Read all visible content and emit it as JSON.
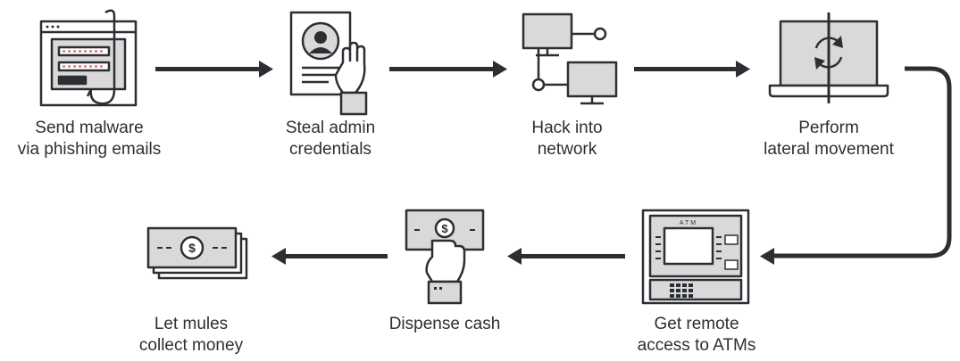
{
  "colors": {
    "ink": "#2b2f33",
    "fill": "#d9d9d9",
    "accent": "#e05a5a",
    "paper": "#ffffff"
  },
  "steps": [
    {
      "icon": "phishing-email-icon",
      "label_line1": "Send malware",
      "label_line2": "via phishing emails"
    },
    {
      "icon": "admin-credentials-icon",
      "label_line1": "Steal admin",
      "label_line2": "credentials"
    },
    {
      "icon": "network-icon",
      "label_line1": "Hack into",
      "label_line2": "network"
    },
    {
      "icon": "lateral-movement-icon",
      "label_line1": "Perform",
      "label_line2": "lateral movement"
    },
    {
      "icon": "atm-icon",
      "label_line1": "Get remote",
      "label_line2": "access to ATMs"
    },
    {
      "icon": "dispense-cash-icon",
      "label_line1": "Dispense cash",
      "label_line2": ""
    },
    {
      "icon": "money-stack-icon",
      "label_line1": "Let mules",
      "label_line2": "collect money"
    }
  ],
  "atm_screen_text": "ATM",
  "currency_symbol": "$"
}
